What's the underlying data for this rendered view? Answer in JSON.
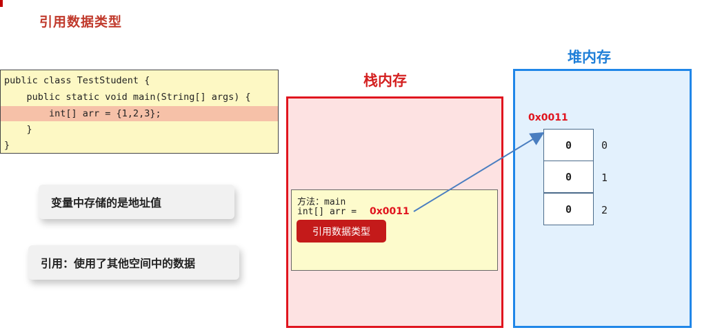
{
  "slide": {
    "title": "引用数据类型"
  },
  "code": {
    "lines": [
      "public class TestStudent {",
      "    public static void main(String[] args) {",
      "        int[] arr = {1,2,3};",
      "    }",
      "}"
    ]
  },
  "notes": {
    "note1": "变量中存储的是地址值",
    "note2": "引用：使用了其他空间中的数据"
  },
  "stack": {
    "label": "栈内存",
    "frame_method": "方法：main",
    "frame_var": "int[] arr = ",
    "address": "0x0011",
    "ref_badge": "引用数据类型"
  },
  "heap": {
    "label": "堆内存",
    "address": "0x0011",
    "cells": [
      "0",
      "0",
      "0"
    ],
    "indices": [
      "0",
      "1",
      "2"
    ]
  },
  "colors": {
    "stack_border": "#e0141e",
    "heap_border": "#1f86e8",
    "accent_red": "#c0392b",
    "arrow": "#4a7ec0"
  }
}
